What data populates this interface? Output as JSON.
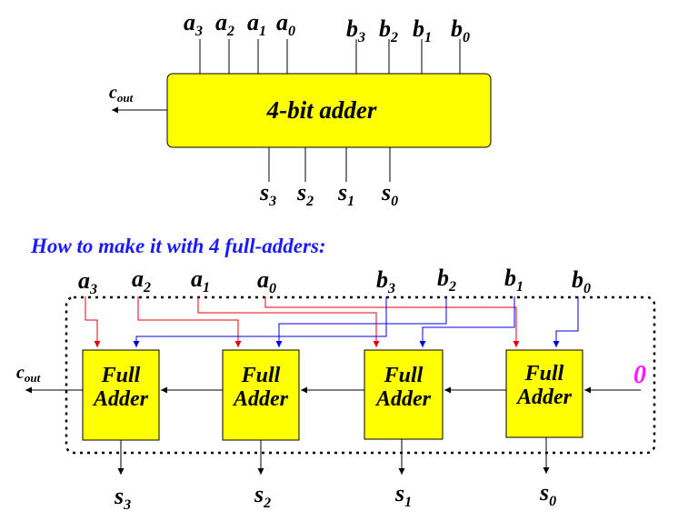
{
  "top_block": {
    "title": "4-bit adder",
    "fill": "#ffff00",
    "inputs_a": [
      {
        "base": "a",
        "sub": "3"
      },
      {
        "base": "a",
        "sub": "2"
      },
      {
        "base": "a",
        "sub": "1"
      },
      {
        "base": "a",
        "sub": "0"
      }
    ],
    "inputs_b": [
      {
        "base": "b",
        "sub": "3"
      },
      {
        "base": "b",
        "sub": "2"
      },
      {
        "base": "b",
        "sub": "1"
      },
      {
        "base": "b",
        "sub": "0"
      }
    ],
    "outputs_s": [
      {
        "base": "s",
        "sub": "3"
      },
      {
        "base": "s",
        "sub": "2"
      },
      {
        "base": "s",
        "sub": "1"
      },
      {
        "base": "s",
        "sub": "0"
      }
    ],
    "carry_out": {
      "base": "c",
      "sub": "out"
    }
  },
  "heading": "How to make it with 4 full-adders:",
  "bottom_block": {
    "full_adders": [
      {
        "line1": "Full",
        "line2": "Adder"
      },
      {
        "line1": "Full",
        "line2": "Adder"
      },
      {
        "line1": "Full",
        "line2": "Adder"
      },
      {
        "line1": "Full",
        "line2": "Adder"
      }
    ],
    "inputs_a": [
      {
        "base": "a",
        "sub": "3"
      },
      {
        "base": "a",
        "sub": "2"
      },
      {
        "base": "a",
        "sub": "1"
      },
      {
        "base": "a",
        "sub": "0"
      }
    ],
    "inputs_b": [
      {
        "base": "b",
        "sub": "3"
      },
      {
        "base": "b",
        "sub": "2"
      },
      {
        "base": "b",
        "sub": "1"
      },
      {
        "base": "b",
        "sub": "0"
      }
    ],
    "outputs_s": [
      {
        "base": "s",
        "sub": "3"
      },
      {
        "base": "s",
        "sub": "2"
      },
      {
        "base": "s",
        "sub": "1"
      },
      {
        "base": "s",
        "sub": "0"
      }
    ],
    "carry_in": "0",
    "carry_out": {
      "base": "c",
      "sub": "out"
    }
  },
  "colors": {
    "block_fill": "#ffff00",
    "a_wire": "#e8000b",
    "b_wire": "#0000e0",
    "heading": "#1a1aff",
    "carry_in": "#ff1aff"
  }
}
